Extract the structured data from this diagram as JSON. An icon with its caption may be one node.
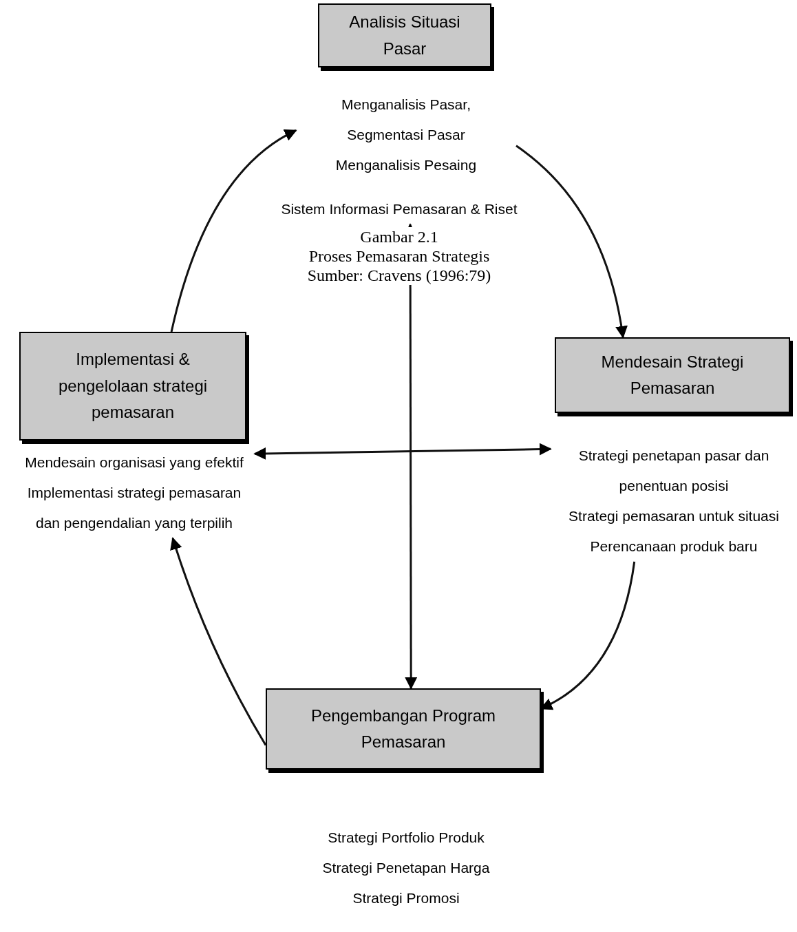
{
  "diagram": {
    "nodes": [
      {
        "text": [
          "Analisis Situasi Pasar"
        ]
      },
      {
        "text": [
          "Menganalisis Pasar,",
          "Segmentasi Pasar",
          "Menganalisis Pesaing"
        ]
      },
      {
        "text": [
          "Sistem Informasi Pemasaran & Riset"
        ]
      },
      {
        "text": [
          "Mendesain Strategi Pemasaran"
        ]
      },
      {
        "text": [
          "Strategi penetapan pasar dan penentuan posisi",
          "Strategi pemasaran untuk situasi",
          "Perencanaan produk baru"
        ]
      },
      {
        "text": [
          "Pengembangan Program Pemasaran"
        ]
      },
      {
        "text": [
          "Strategi Portfolio Produk",
          "Strategi Penetapan Harga",
          "Strategi Promosi"
        ]
      },
      {
        "text": [
          "Implementasi & pengelolaan strategi pemasaran"
        ]
      },
      {
        "text": [
          "Mendesain organisasi yang efektif",
          "Implementasi strategi pemasaran dan pengendalian yang terpilih"
        ]
      }
    ],
    "edges": [
      {
        "from": 1,
        "to": 3,
        "arrow": "to"
      },
      {
        "from": 4,
        "to": 5,
        "arrow": "to"
      },
      {
        "from": 5,
        "to": 8,
        "arrow": "to"
      },
      {
        "from": 7,
        "to": 1,
        "arrow": "to"
      },
      {
        "from": 2,
        "to": 5,
        "arrow": "both"
      },
      {
        "from": 8,
        "to": 4,
        "arrow": "both"
      }
    ],
    "labels": [
      "Gambar 2.1",
      "Proses Pemasaran Strategis",
      "Sumber: Cravens (1996:79)"
    ]
  }
}
